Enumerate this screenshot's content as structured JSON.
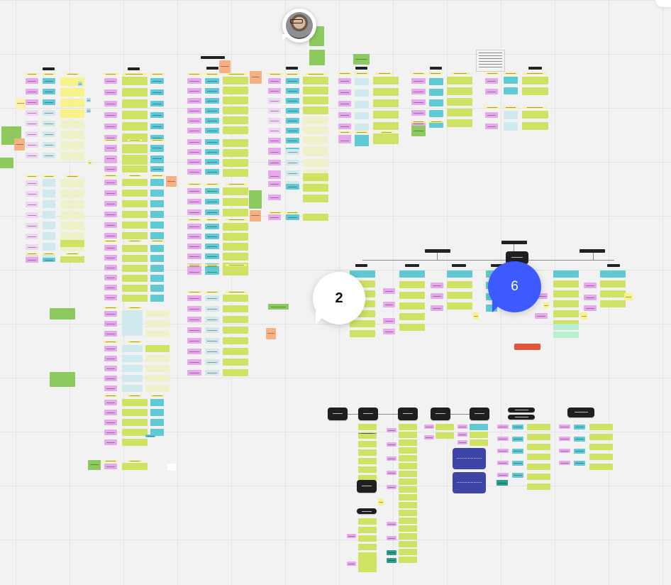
{
  "board": {
    "background": "#f2f2f2",
    "grid_color": "#e3e3e3"
  },
  "colors": {
    "pink": "#e6a9ec",
    "pink_light": "#efd6f2",
    "teal": "#5fc9d4",
    "teal_light": "#cfe9ec",
    "lime": "#cfe264",
    "lime_light": "#eef1c9",
    "yellow": "#f7f38a",
    "green": "#8cc95e",
    "orange": "#f5b183",
    "dark": "#1f1f1f",
    "navy": "#3d46a8",
    "red": "#e0553b",
    "mint": "#b9efcf",
    "white": "#ffffff"
  },
  "collaborators": {
    "avatar_icon": "user-avatar-icon",
    "comment_bubbles": [
      {
        "count": "2",
        "style": "white"
      },
      {
        "count": "6",
        "style": "blue",
        "accent": "#3d5afe"
      }
    ]
  }
}
